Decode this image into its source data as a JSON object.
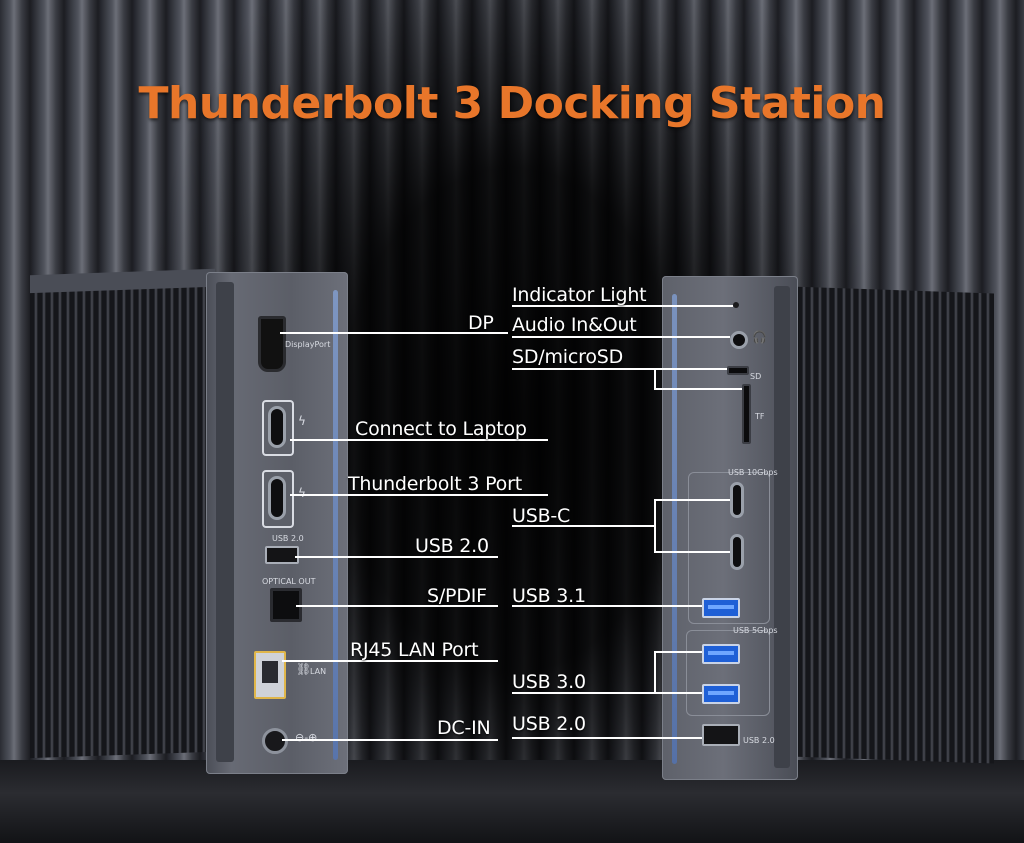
{
  "title": "Thunderbolt 3 Docking Station",
  "left_unit": {
    "port_text": {
      "displayport": "DisplayPort",
      "usb2": "USB 2.0",
      "optical": "OPTICAL OUT",
      "lan": "LAN"
    },
    "labels": {
      "dp": "DP",
      "connect_laptop": "Connect to Laptop",
      "tb3": "Thunderbolt 3 Port",
      "usb2": "USB 2.0",
      "spdif": "S/PDIF",
      "rj45": "RJ45 LAN Port",
      "dcin": "DC-IN"
    }
  },
  "right_unit": {
    "port_text": {
      "sd": "SD",
      "tf": "TF",
      "usb10": "USB 10Gbps",
      "usb5": "USB 5Gbps",
      "usb2": "USB 2.0"
    },
    "labels": {
      "indicator": "Indicator Light",
      "audio": "Audio In&Out",
      "sd": "SD/microSD",
      "usbc": "USB-C",
      "usb31": "USB 3.1",
      "usb30": "USB 3.0",
      "usb20": "USB 2.0"
    }
  },
  "colors": {
    "title": "#e8762a",
    "label": "#ffffff",
    "usb3_blue": "#1e5fd6"
  },
  "icons": [
    "thunderbolt-icon",
    "headphone-icon",
    "network-icon",
    "dc-polarity-icon",
    "card-arrow-icon"
  ]
}
